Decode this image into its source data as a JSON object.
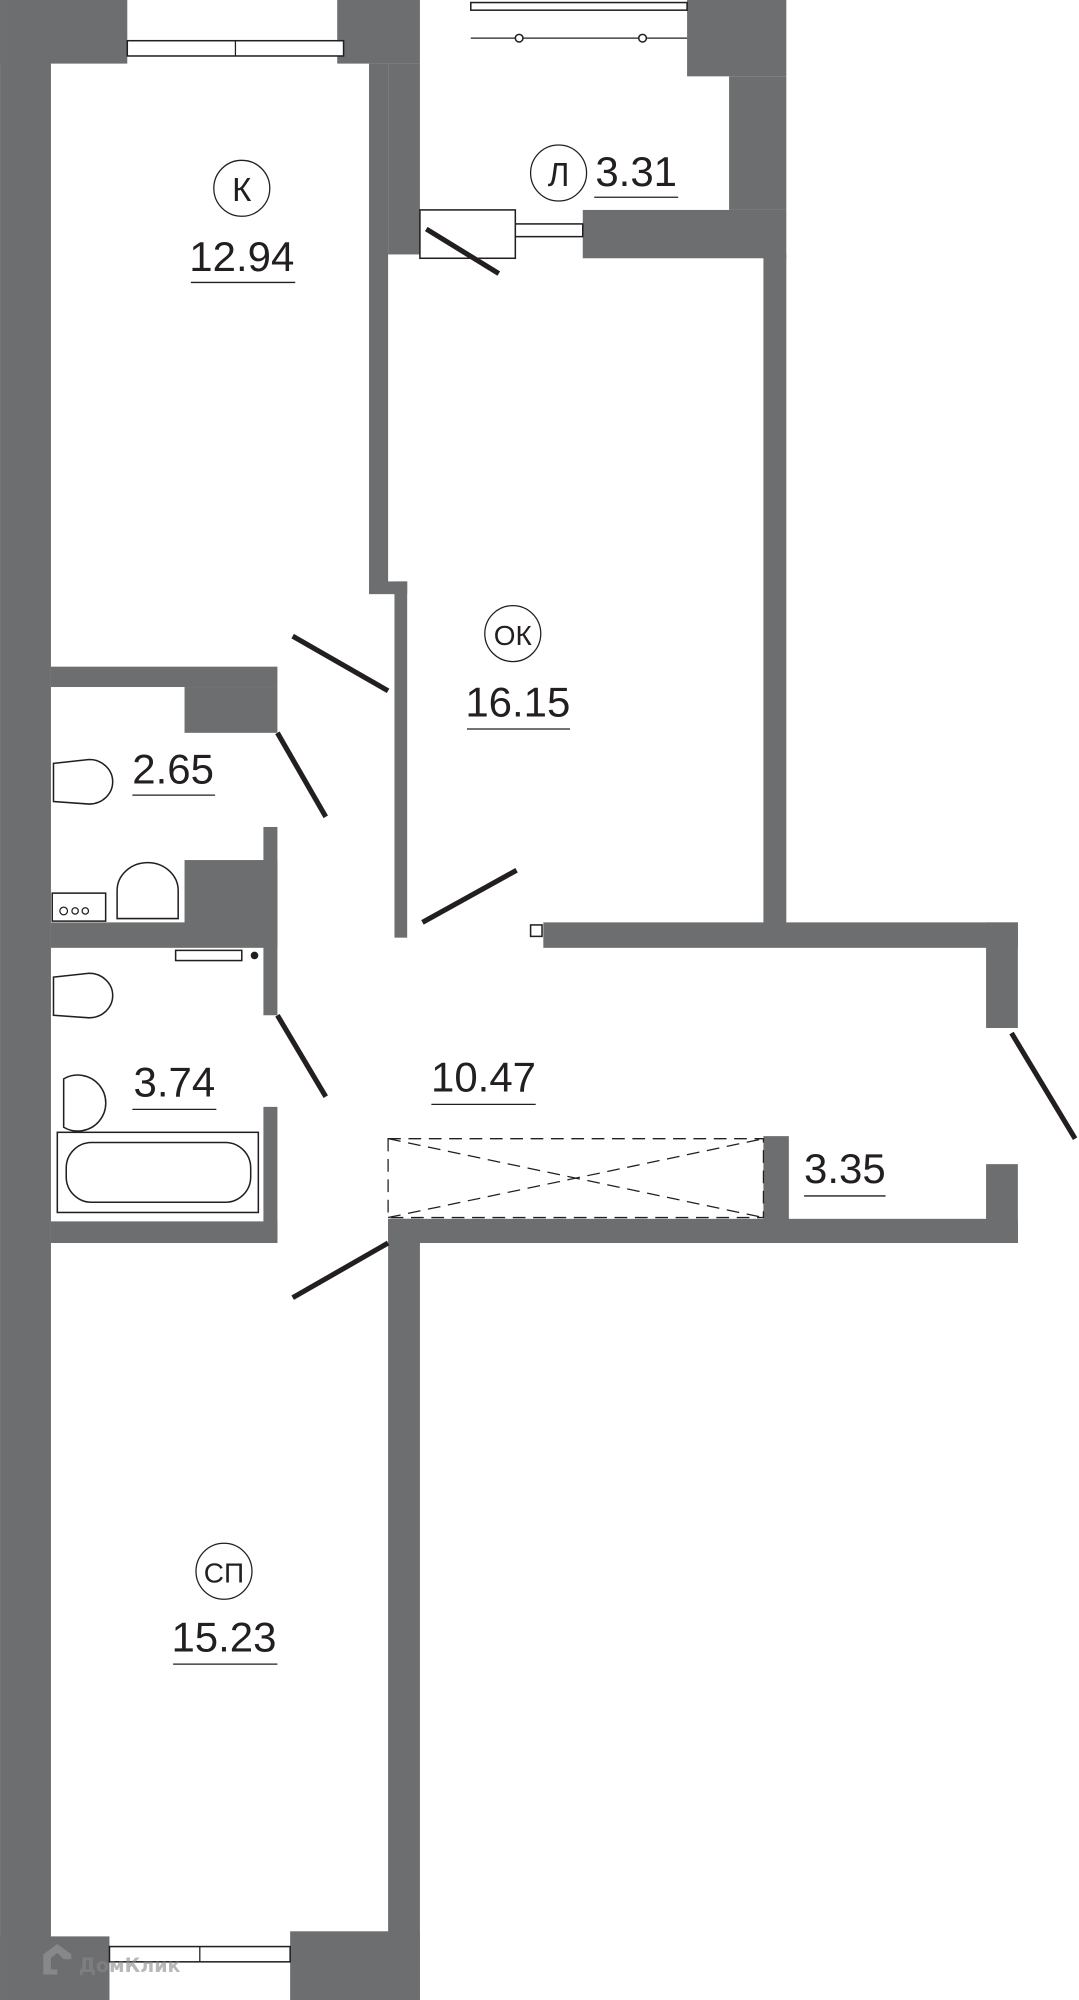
{
  "plan": {
    "wall_color": "#6d6e70",
    "rooms": {
      "kitchen": {
        "code": "К",
        "area": "12.94"
      },
      "loggia": {
        "code": "Л",
        "area": "3.31"
      },
      "living": {
        "code": "ОК",
        "area": "16.15"
      },
      "toilet": {
        "area": "2.65"
      },
      "bathroom": {
        "area": "3.74"
      },
      "hall": {
        "area": "10.47"
      },
      "storage": {
        "area": "3.35"
      },
      "bedroom": {
        "code": "СП",
        "area": "15.23"
      }
    }
  },
  "watermark": {
    "text": "ДомКлик"
  }
}
